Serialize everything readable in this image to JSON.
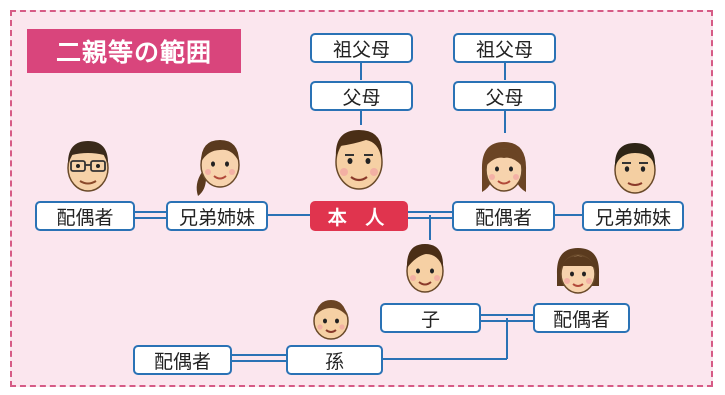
{
  "title": "二親等の範囲",
  "nodes": {
    "grandparents_left": "祖父母",
    "grandparents_right": "祖父母",
    "parents_left": "父母",
    "parents_right": "父母",
    "self": "本 人",
    "spouse_self": "配偶者",
    "sibling_left": "兄弟姉妹",
    "sibling_spouse_left": "配偶者",
    "sibling_right": "兄弟姉妹",
    "child": "子",
    "child_spouse": "配偶者",
    "grandchild": "孫",
    "grandchild_spouse": "配偶者"
  },
  "colors": {
    "background": "#fbe6ee",
    "border_dash": "#d65b86",
    "title_bg": "#d9457c",
    "node_border": "#2a72b5",
    "line": "#2a72b5",
    "self_bg": "#e0344e"
  },
  "icons": [
    "man-glasses-face-icon",
    "girl-ponytail-face-icon",
    "self-man-face-icon",
    "woman-face-icon",
    "man-face-icon",
    "boy-face-icon",
    "girl-face-icon",
    "child-face-icon"
  ]
}
